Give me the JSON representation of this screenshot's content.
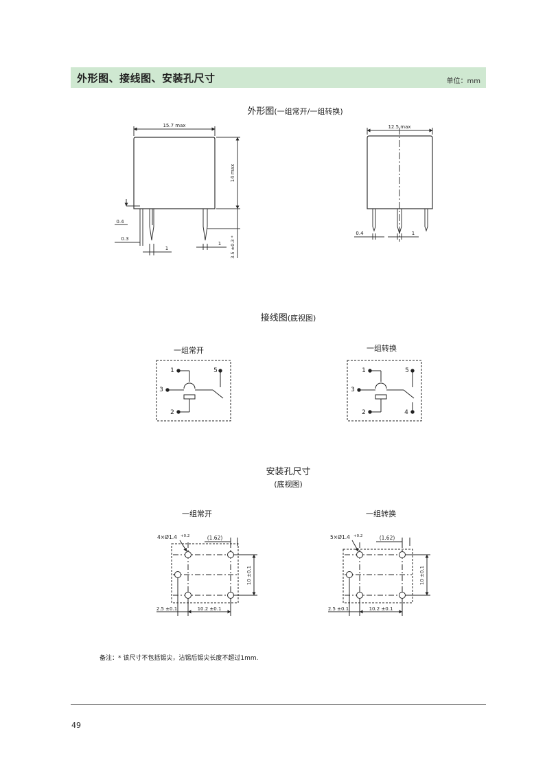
{
  "header": {
    "title": "外形图、接线图、安装孔尺寸",
    "unit": "单位：mm"
  },
  "outline": {
    "title": "外形图",
    "subtitle": "(一组常开/一组转换)",
    "left_dims": {
      "width": "15.7 max",
      "height": "14 max",
      "pin_thk": "0.4",
      "pin_w": "0.3",
      "pitch_a": "1",
      "pitch_b": "1",
      "pin_len": "3.5 ±0.3 *"
    },
    "right_dims": {
      "width": "12.5 max",
      "pin_thk": "0.4",
      "pitch": "1"
    }
  },
  "wiring": {
    "title": "接线图",
    "subtitle": "(底视图)",
    "no_label": "一组常开",
    "co_label": "一组转换",
    "no_pins": [
      "1",
      "3",
      "2",
      "5"
    ],
    "co_pins": [
      "1",
      "3",
      "2",
      "5",
      "4"
    ]
  },
  "mounting": {
    "title": "安装孔尺寸",
    "subtitle": "(底视图)",
    "no_label": "一组常开",
    "co_label": "一组转换",
    "no_dims": {
      "holes": "4×Ø1.4",
      "tol": "+0.2",
      "pitch": "(1.62)",
      "height": "10 ±0.1",
      "offset": "2.5 ±0.1",
      "span": "10.2 ±0.1"
    },
    "co_dims": {
      "holes": "5×Ø1.4",
      "tol": "+0.2",
      "pitch": "(1.62)",
      "height": "10 ±0.1",
      "offset": "2.5 ±0.1",
      "span": "10.2 ±0.1"
    }
  },
  "note": "备注：* 该尺寸不包括锡尖，沾锡后锡尖长度不超过1mm.",
  "page_number": "49"
}
